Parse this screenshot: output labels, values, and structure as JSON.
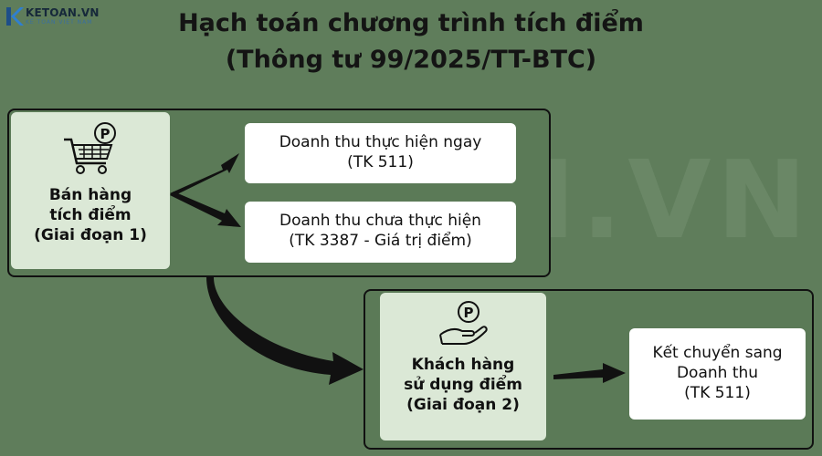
{
  "logo": {
    "name": "KETOAN.VN",
    "tagline": "KẾ TOÁN VIỆT NAM"
  },
  "watermark": "KETOAN.VN",
  "title": {
    "line1": "Hạch toán chương trình tích điểm",
    "line2": "(Thông tư 99/2025/TT-BTC)"
  },
  "phase1": {
    "lines": [
      "Bán hàng",
      "tích điểm",
      "(Giai đoạn 1)"
    ],
    "icon": "shopping-cart-points-icon"
  },
  "phase2": {
    "lines": [
      "Khách hàng",
      "sử dụng điểm",
      "(Giai đoạn 2)"
    ],
    "icon": "hand-points-icon"
  },
  "revenue_now": {
    "lines": [
      "Doanh thu thực hiện ngay",
      "(TK 511)"
    ]
  },
  "revenue_deferred": {
    "lines": [
      "Doanh thu chưa thực hiện",
      "(TK 3387 - Giá trị điểm)"
    ]
  },
  "transfer": {
    "lines": [
      "Kết chuyển sang",
      "Doanh thu",
      "(TK 511)"
    ]
  },
  "colors": {
    "background": "#5f7d5b",
    "phase_box": "#dbe8d6",
    "result_box": "#ffffff",
    "border": "#111111"
  }
}
